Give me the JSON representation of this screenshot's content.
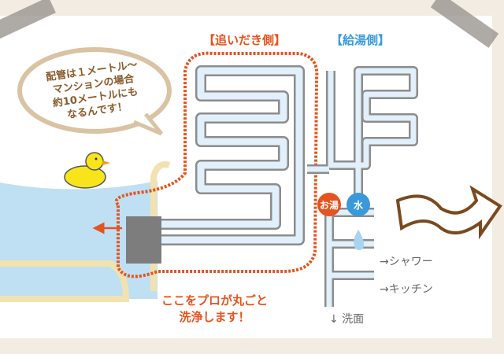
{
  "labels": {
    "reheat_side": "【追いだき側】",
    "supply_side": "【給湯側】",
    "bubble_lines": [
      "配管は１メートル〜",
      "マンションの場合",
      "約10メートルにも",
      "なるんです！"
    ],
    "pro_clean_lines": [
      "ここをプロが丸ごと",
      "洗浄します！"
    ],
    "hot_water": "お湯",
    "cold_water": "水",
    "shower": "→シャワー",
    "kitchen": "→キッチン",
    "washbasin": "↓ 洗面"
  },
  "colors": {
    "accent_orange": "#e5531e",
    "supply_blue": "#3a9ad9",
    "pipe_fill": "#e1f0fa",
    "pipe_border": "#8c8c8c",
    "water": "#bfe0f3",
    "bubble_stroke": "#d9c3a3",
    "text_brown": "#8a5a2b",
    "arrow_brown": "#7a4a1e"
  }
}
